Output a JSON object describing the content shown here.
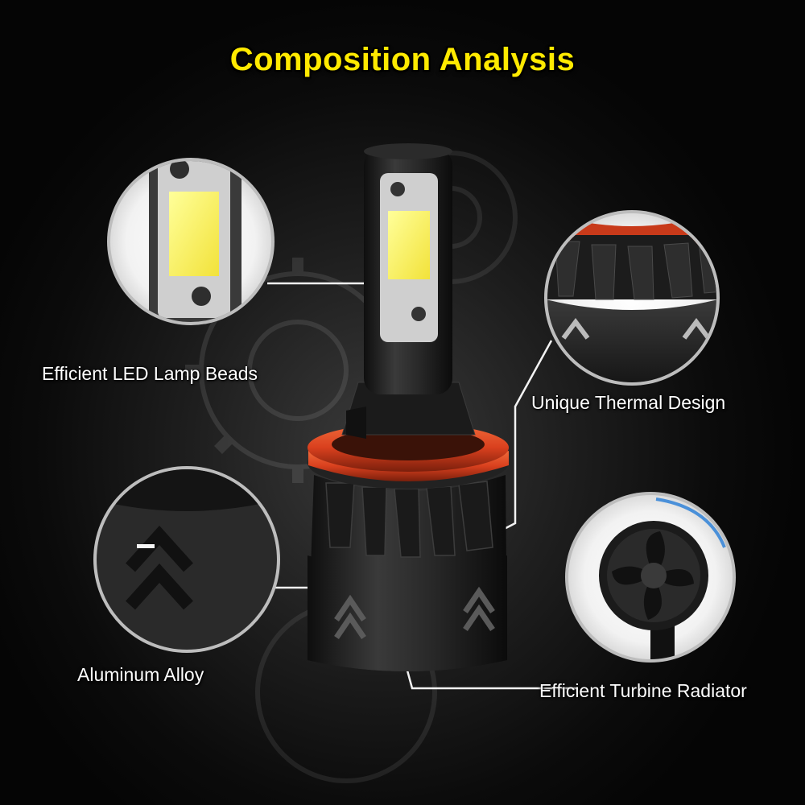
{
  "title": "Composition Analysis",
  "labels": {
    "led_beads": "Efficient LED Lamp Beads",
    "thermal": "Unique Thermal Design",
    "alloy": "Aluminum Alloy",
    "turbine": "Efficient Turbine Radiator"
  },
  "colors": {
    "title": "#ffea00",
    "led_chip": "#fff35a",
    "base_ring": "#d9401e",
    "label_text": "#ffffff"
  }
}
